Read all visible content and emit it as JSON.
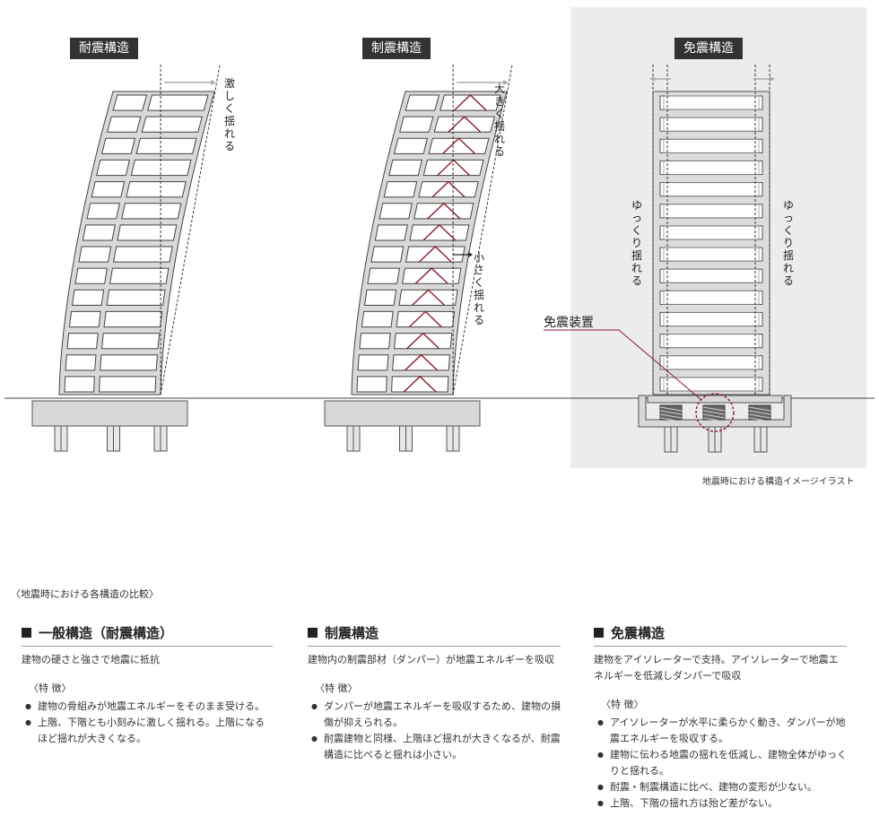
{
  "labels": {
    "left_title": "耐震構造",
    "mid_title": "制震構造",
    "right_title": "免震構造",
    "left_note": "激しく揺れる",
    "mid_note_top": "大きく揺れる",
    "mid_note_mid": "小さく揺れる",
    "right_note_left": "ゆっくり揺れる",
    "right_note_right": "ゆっくり揺れる",
    "device_label": "免震装置",
    "caption": "地震時における構造イメージイラスト"
  },
  "comparison": {
    "intro": "〈地震時における各構造の比較〉",
    "columns": [
      {
        "title": "一般構造（耐震構造）",
        "desc": "建物の硬さと強さで地震に抵抗",
        "feature_title": "〈特 徴〉",
        "bullets": [
          "建物の骨組みが地震エネルギーをそのまま受ける。",
          "上階、下階とも小刻みに激しく揺れる。上階になるほど揺れが大きくなる。"
        ]
      },
      {
        "title": "制震構造",
        "desc": "建物内の制震部材（ダンパー）が地震エネルギーを吸収",
        "feature_title": "〈特 徴〉",
        "bullets": [
          "ダンパーが地震エネルギーを吸収するため、建物の損傷が抑えられる。",
          "耐震建物と同様、上階ほど揺れが大きくなるが、耐震構造に比べると揺れは小さい。"
        ]
      },
      {
        "title": "免震構造",
        "desc": "建物をアイソレーターで支持。アイソレーターで地震エネルギーを低減しダンパーで吸収",
        "feature_title": "〈特 徴〉",
        "bullets": [
          "アイソレーターが水平に柔らかく動き、ダンパーが地震エネルギーを吸収する。",
          "建物に伝わる地震の揺れを低減し、建物全体がゆっくりと揺れる。",
          "耐震・制震構造に比べ、建物の変形が少ない。",
          "上階、下階の揺れ方は殆ど差がない。"
        ]
      }
    ]
  },
  "colors": {
    "tag_bg": "#333333",
    "panel_bg": "#ececec",
    "damper": "#8b1a2b",
    "device_circle": "#8b1a2b"
  }
}
